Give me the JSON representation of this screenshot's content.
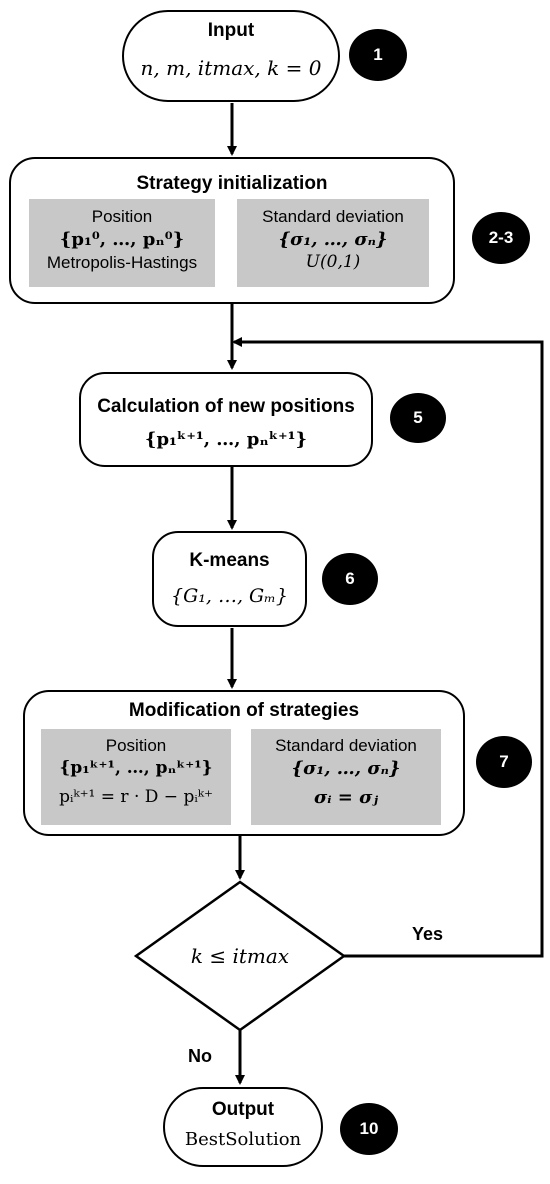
{
  "input": {
    "title": "Input",
    "formula": "n, m, itmax, k = 0",
    "badge": "1"
  },
  "init": {
    "title": "Strategy initialization",
    "position_label": "Position",
    "position_formula": "{p₁⁰, …, pₙ⁰}",
    "position_method": "Metropolis-Hastings",
    "stddev_label": "Standard deviation",
    "stddev_formula": "{σ₁, …, σₙ}",
    "stddev_method": "U(0,1)",
    "badge": "2-3"
  },
  "calc": {
    "title": "Calculation of new positions",
    "formula": "{p₁ᵏ⁺¹, …, pₙᵏ⁺¹}",
    "badge": "5"
  },
  "kmeans": {
    "title": "K-means",
    "formula": "{G₁, …, Gₘ}",
    "badge": "6"
  },
  "modify": {
    "title": "Modification of strategies",
    "position_label": "Position",
    "position_formula": "{p₁ᵏ⁺¹, …, pₙᵏ⁺¹}",
    "position_update": "pᵢᵏ⁺¹ = r · D − pᵢᵏ⁺",
    "stddev_label": "Standard deviation",
    "stddev_formula": "{σ₁, …, σₙ}",
    "stddev_update": "σᵢ = σⱼ",
    "badge": "7"
  },
  "decision": {
    "condition": "k ≤ itmax",
    "yes_label": "Yes",
    "no_label": "No"
  },
  "output": {
    "title": "Output",
    "value": "BestSolution",
    "badge": "10"
  }
}
